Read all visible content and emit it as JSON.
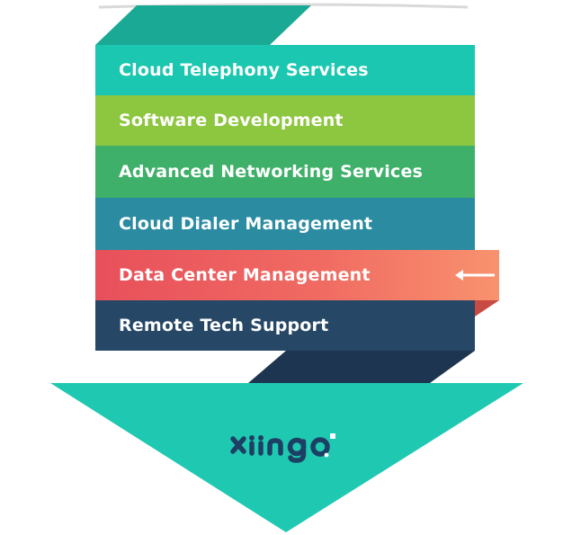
{
  "diagram": {
    "colors": {
      "fold_top": "#1aa995",
      "fold_bottom": "#1d3550",
      "pointer_shade": "#c74a43",
      "arrow": "#1fc9b1",
      "logo": "#1d3f63"
    },
    "bands": [
      {
        "label": "Cloud Telephony Services",
        "color": "#1bc7b0"
      },
      {
        "label": "Software Development",
        "color": "#8dc63f"
      },
      {
        "label": "Advanced Networking Services",
        "color": "#3fb06a"
      },
      {
        "label": "Cloud Dialer Management",
        "color": "#2a8ba1"
      },
      {
        "label": "Data Center Management",
        "color": "#f06a62",
        "highlighted": true
      },
      {
        "label": "Remote Tech Support",
        "color": "#264866"
      }
    ],
    "highlight_icon": "arrow-left-icon",
    "logo": {
      "text": "xiingo",
      "icon": "xiingo-logo"
    }
  }
}
